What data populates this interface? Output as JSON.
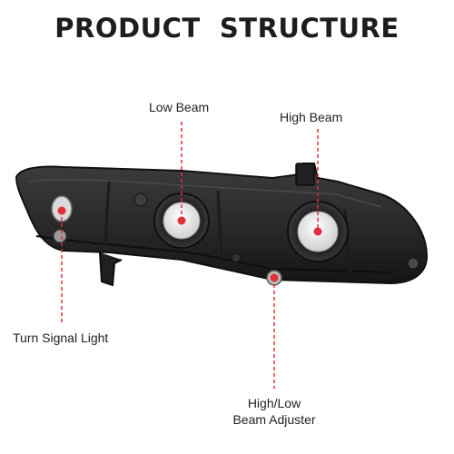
{
  "title": "PRODUCT  STRUCTURE",
  "labels": {
    "low_beam": "Low Beam",
    "high_beam": "High Beam",
    "turn_signal": "Turn Signal Light",
    "adjuster_line1": "High/Low",
    "adjuster_line2": "Beam Adjuster"
  },
  "colors": {
    "callout": "#e0303a",
    "housing": "#2b2b2b",
    "housing_dark": "#1a1a1a",
    "text": "#222222"
  }
}
